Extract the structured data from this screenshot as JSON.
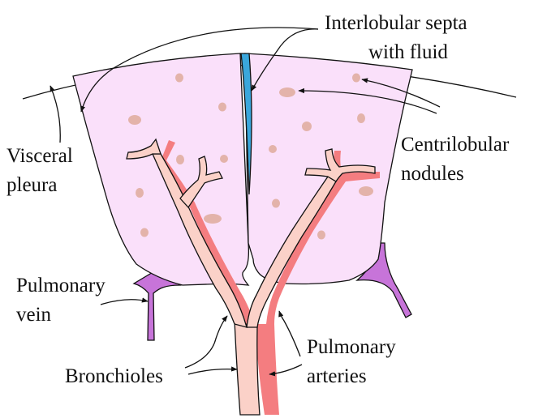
{
  "labels": {
    "interlobular_septa_line1": "Interlobular septa",
    "interlobular_septa_line2": "with fluid",
    "centrilobular_line1": "Centrilobular",
    "centrilobular_line2": "nodules",
    "visceral_line1": "Visceral",
    "visceral_line2": "pleura",
    "pulmonary_vein_line1": "Pulmonary",
    "pulmonary_vein_line2": "vein",
    "bronchioles": "Bronchioles",
    "pulmonary_arteries_line1": "Pulmonary",
    "pulmonary_arteries_line2": "arteries"
  },
  "colors": {
    "lobule_fill": "#fae0fa",
    "nodule_fill": "#e3b3aa",
    "septum_fluid": "#3aa7dc",
    "vein_fill": "#c774d9",
    "bronchiole_fill": "#fbd1c8",
    "artery_fill": "#f47d80",
    "line": "#111111"
  }
}
